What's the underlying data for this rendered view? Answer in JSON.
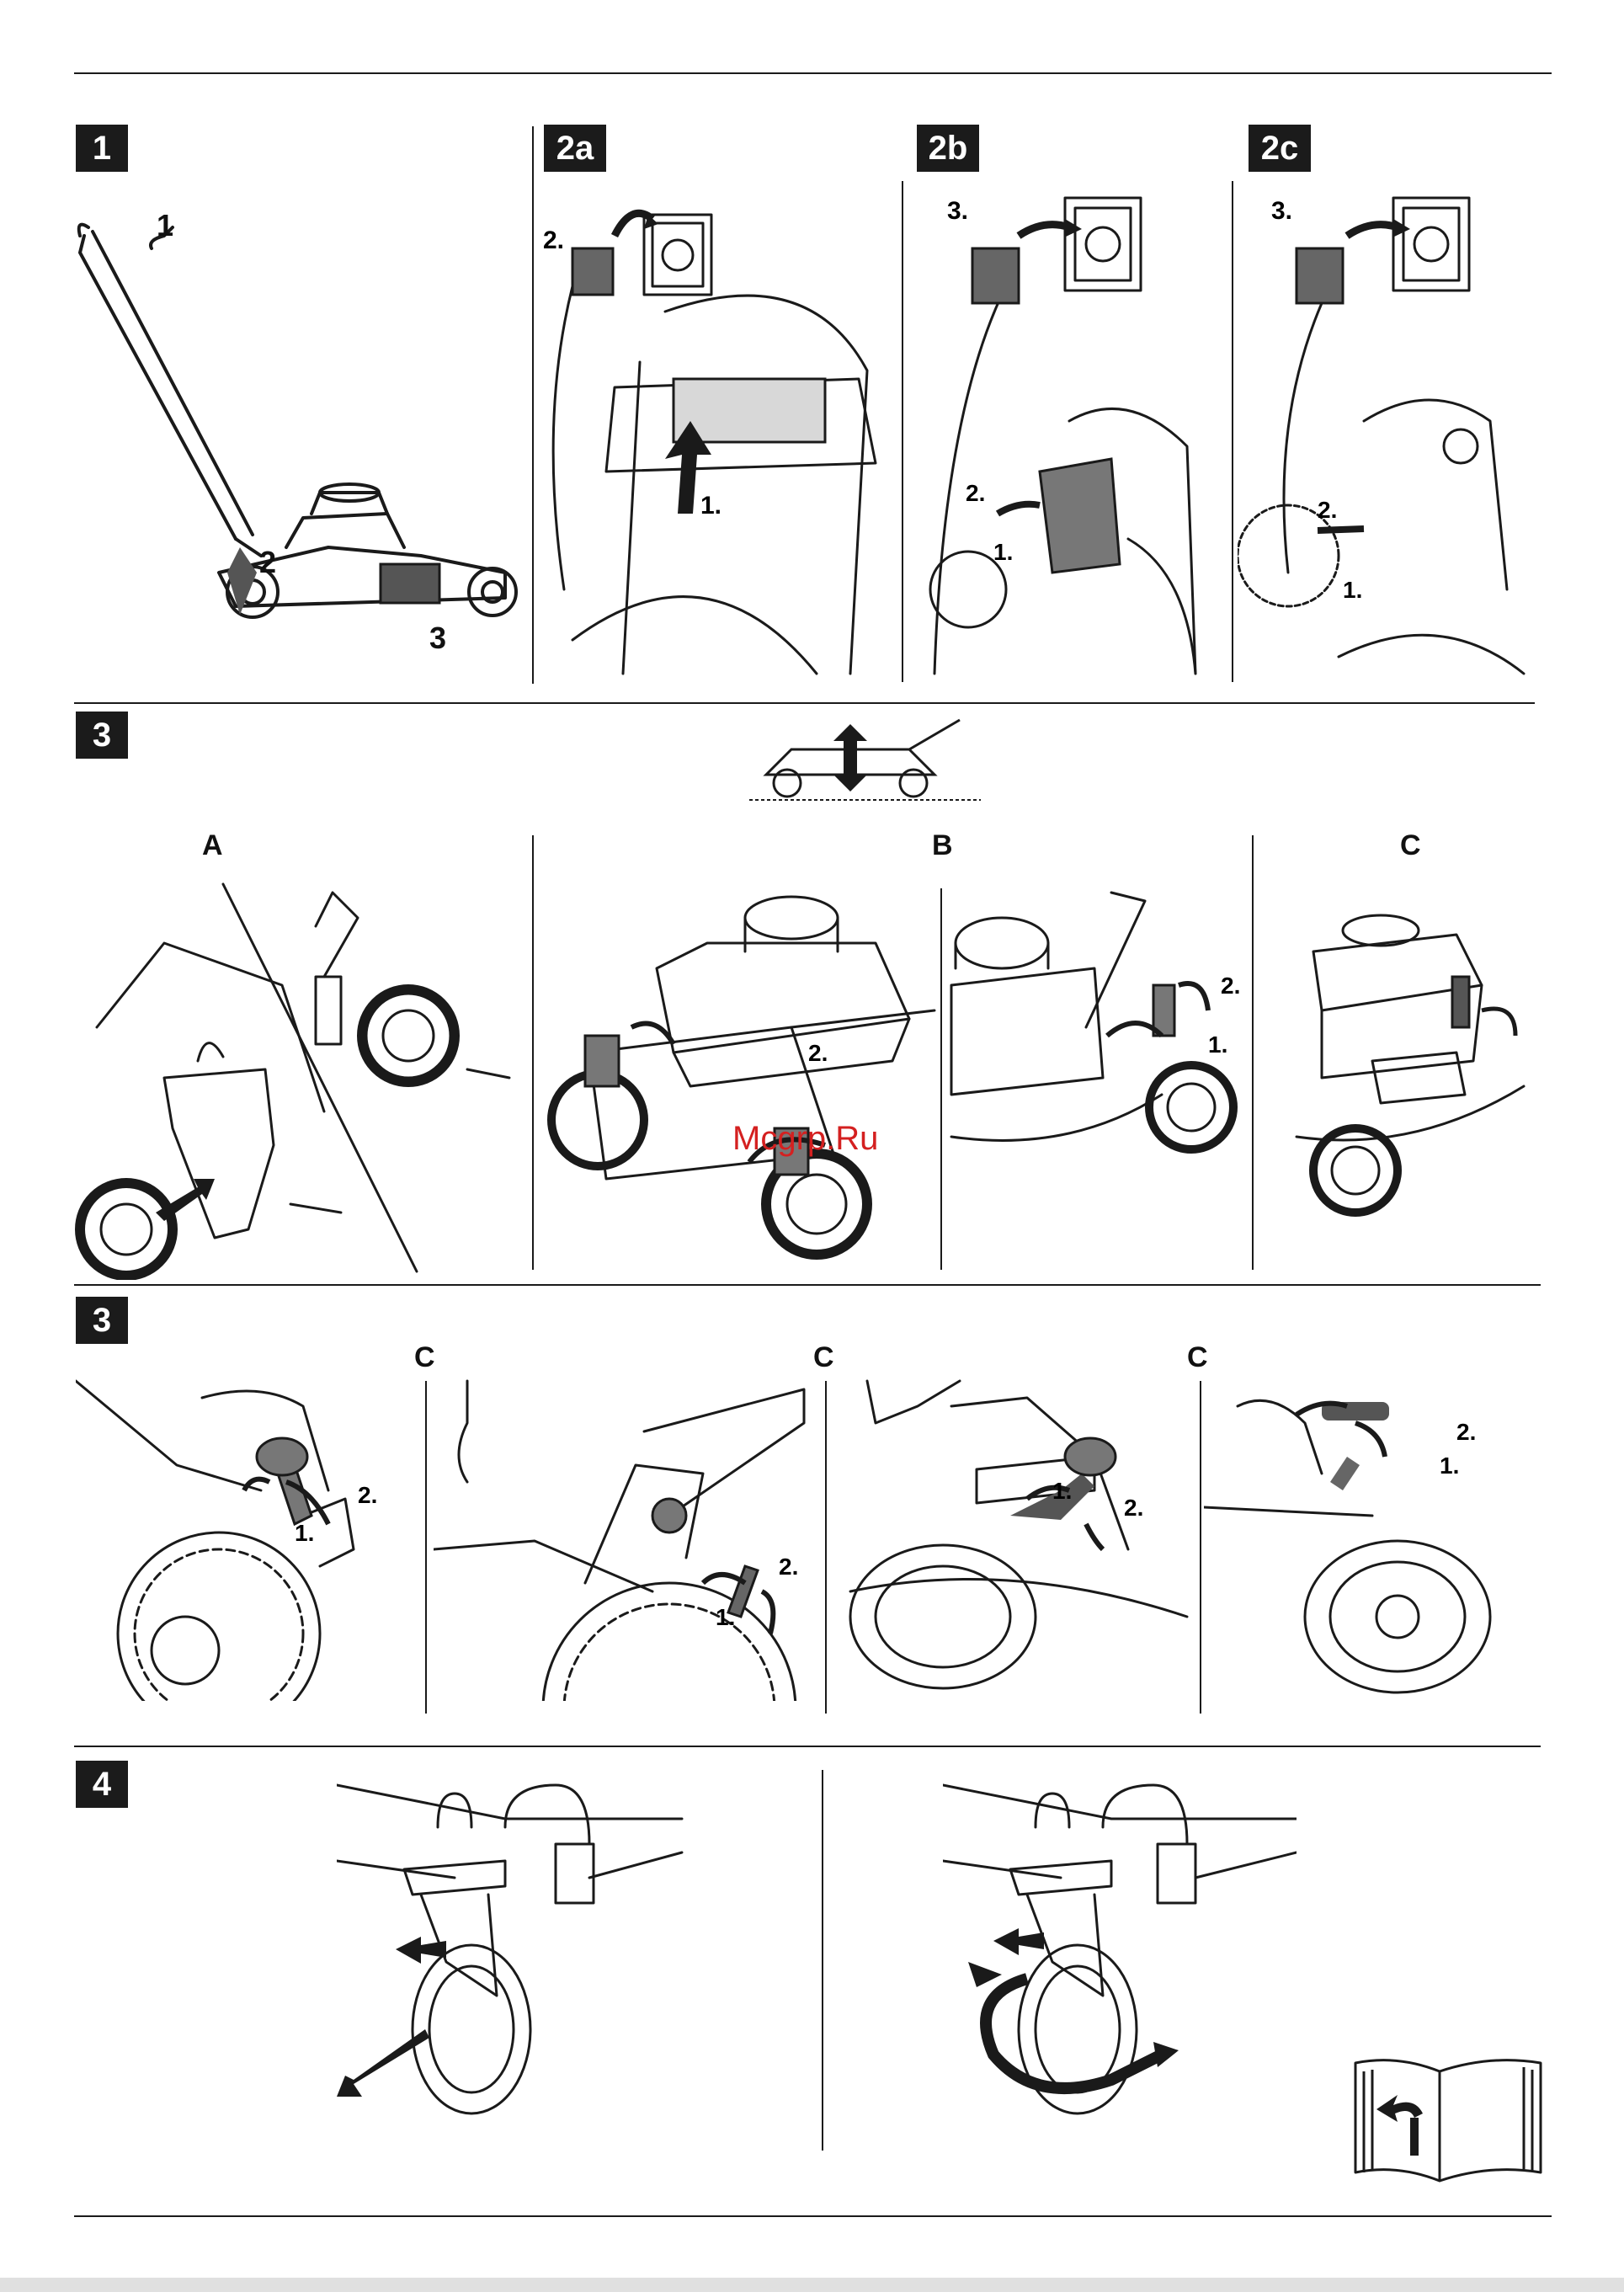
{
  "sections": {
    "s1": "1",
    "s2a": "2a",
    "s2b": "2b",
    "s2c": "2c",
    "s3a": "3",
    "s3b": "3",
    "s4": "4"
  },
  "fig1": {
    "callout1": "1",
    "callout2": "2",
    "callout3": "3"
  },
  "fig2a": {
    "step1": "1.",
    "step2": "2."
  },
  "fig2b": {
    "step1": "1.",
    "step2": "2.",
    "step3": "3."
  },
  "fig2c": {
    "step1": "1.",
    "step2": "2.",
    "step3": "3."
  },
  "fig3": {
    "subA": "A",
    "subB": "B",
    "subC": "C",
    "b_step1": "1.",
    "b_step2": "2.",
    "b2_step1": "1.",
    "b2_step2": "2."
  },
  "fig3c": {
    "c1": "C",
    "c2": "C",
    "c3": "C",
    "p1_step1": "1.",
    "p1_step2": "2.",
    "p2_step1": "1.",
    "p2_step2": "2.",
    "p3_step1": "1.",
    "p3_step2": "2.",
    "p4_step1": "1.",
    "p4_step2": "2."
  },
  "watermark": "Mcgrp.Ru",
  "colors": {
    "ink": "#1a1a1a",
    "tag_bg": "#1b1b1b",
    "gray": "#8a8a8a",
    "light": "#e6e6e6",
    "watermark": "#d42020"
  }
}
